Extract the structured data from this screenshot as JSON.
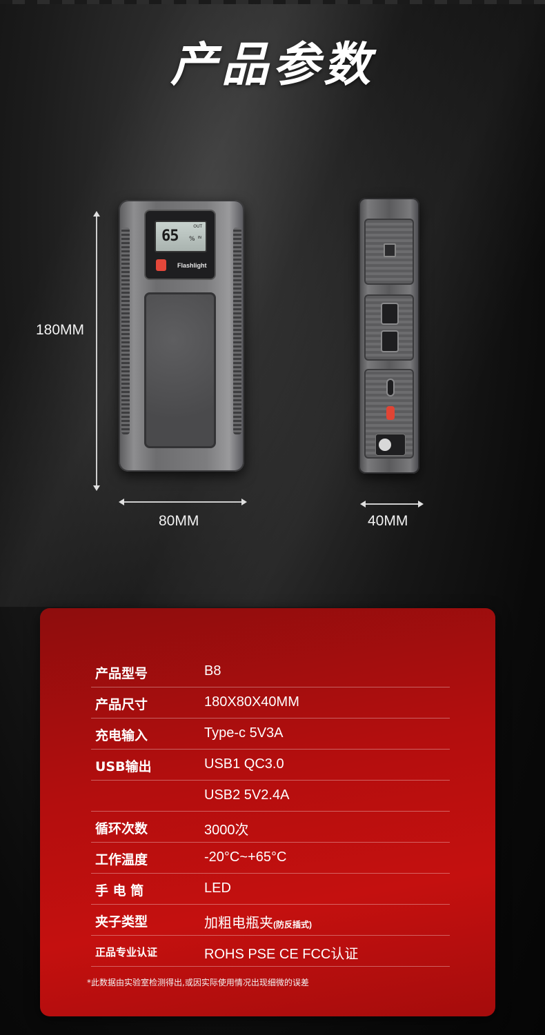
{
  "page": {
    "title": "产品参数"
  },
  "dimensions": {
    "height_label": "180MM",
    "width_label": "80MM",
    "depth_label": "40MM"
  },
  "device": {
    "lcd_value": "65",
    "lcd_percent": "%",
    "lcd_out": "OUT",
    "lcd_in": "IN",
    "flashlight_label": "Flashlight"
  },
  "specs": {
    "rows": [
      {
        "label": "产品型号",
        "value": "B8"
      },
      {
        "label": "产品尺寸",
        "value": "180X80X40MM"
      },
      {
        "label": "充电输入",
        "value": "Type-c 5V3A"
      },
      {
        "label": "USB输出",
        "value": "USB1 QC3.0"
      },
      {
        "label": "",
        "value": "USB2 5V2.4A"
      },
      {
        "label": "循环次数",
        "value": "3000次"
      },
      {
        "label": "工作温度",
        "value": "-20°C~+65°C"
      },
      {
        "label": "手 电 筒",
        "value": "LED"
      },
      {
        "label": "夹子类型",
        "value": "加粗电瓶夹",
        "value_sub": "(防反插式)"
      },
      {
        "label": "正品专业认证",
        "value": "ROHS PSE CE FCC认证"
      }
    ],
    "note": "*此数据由实验室检测得出,或因实际使用情况出现细微的误差"
  }
}
